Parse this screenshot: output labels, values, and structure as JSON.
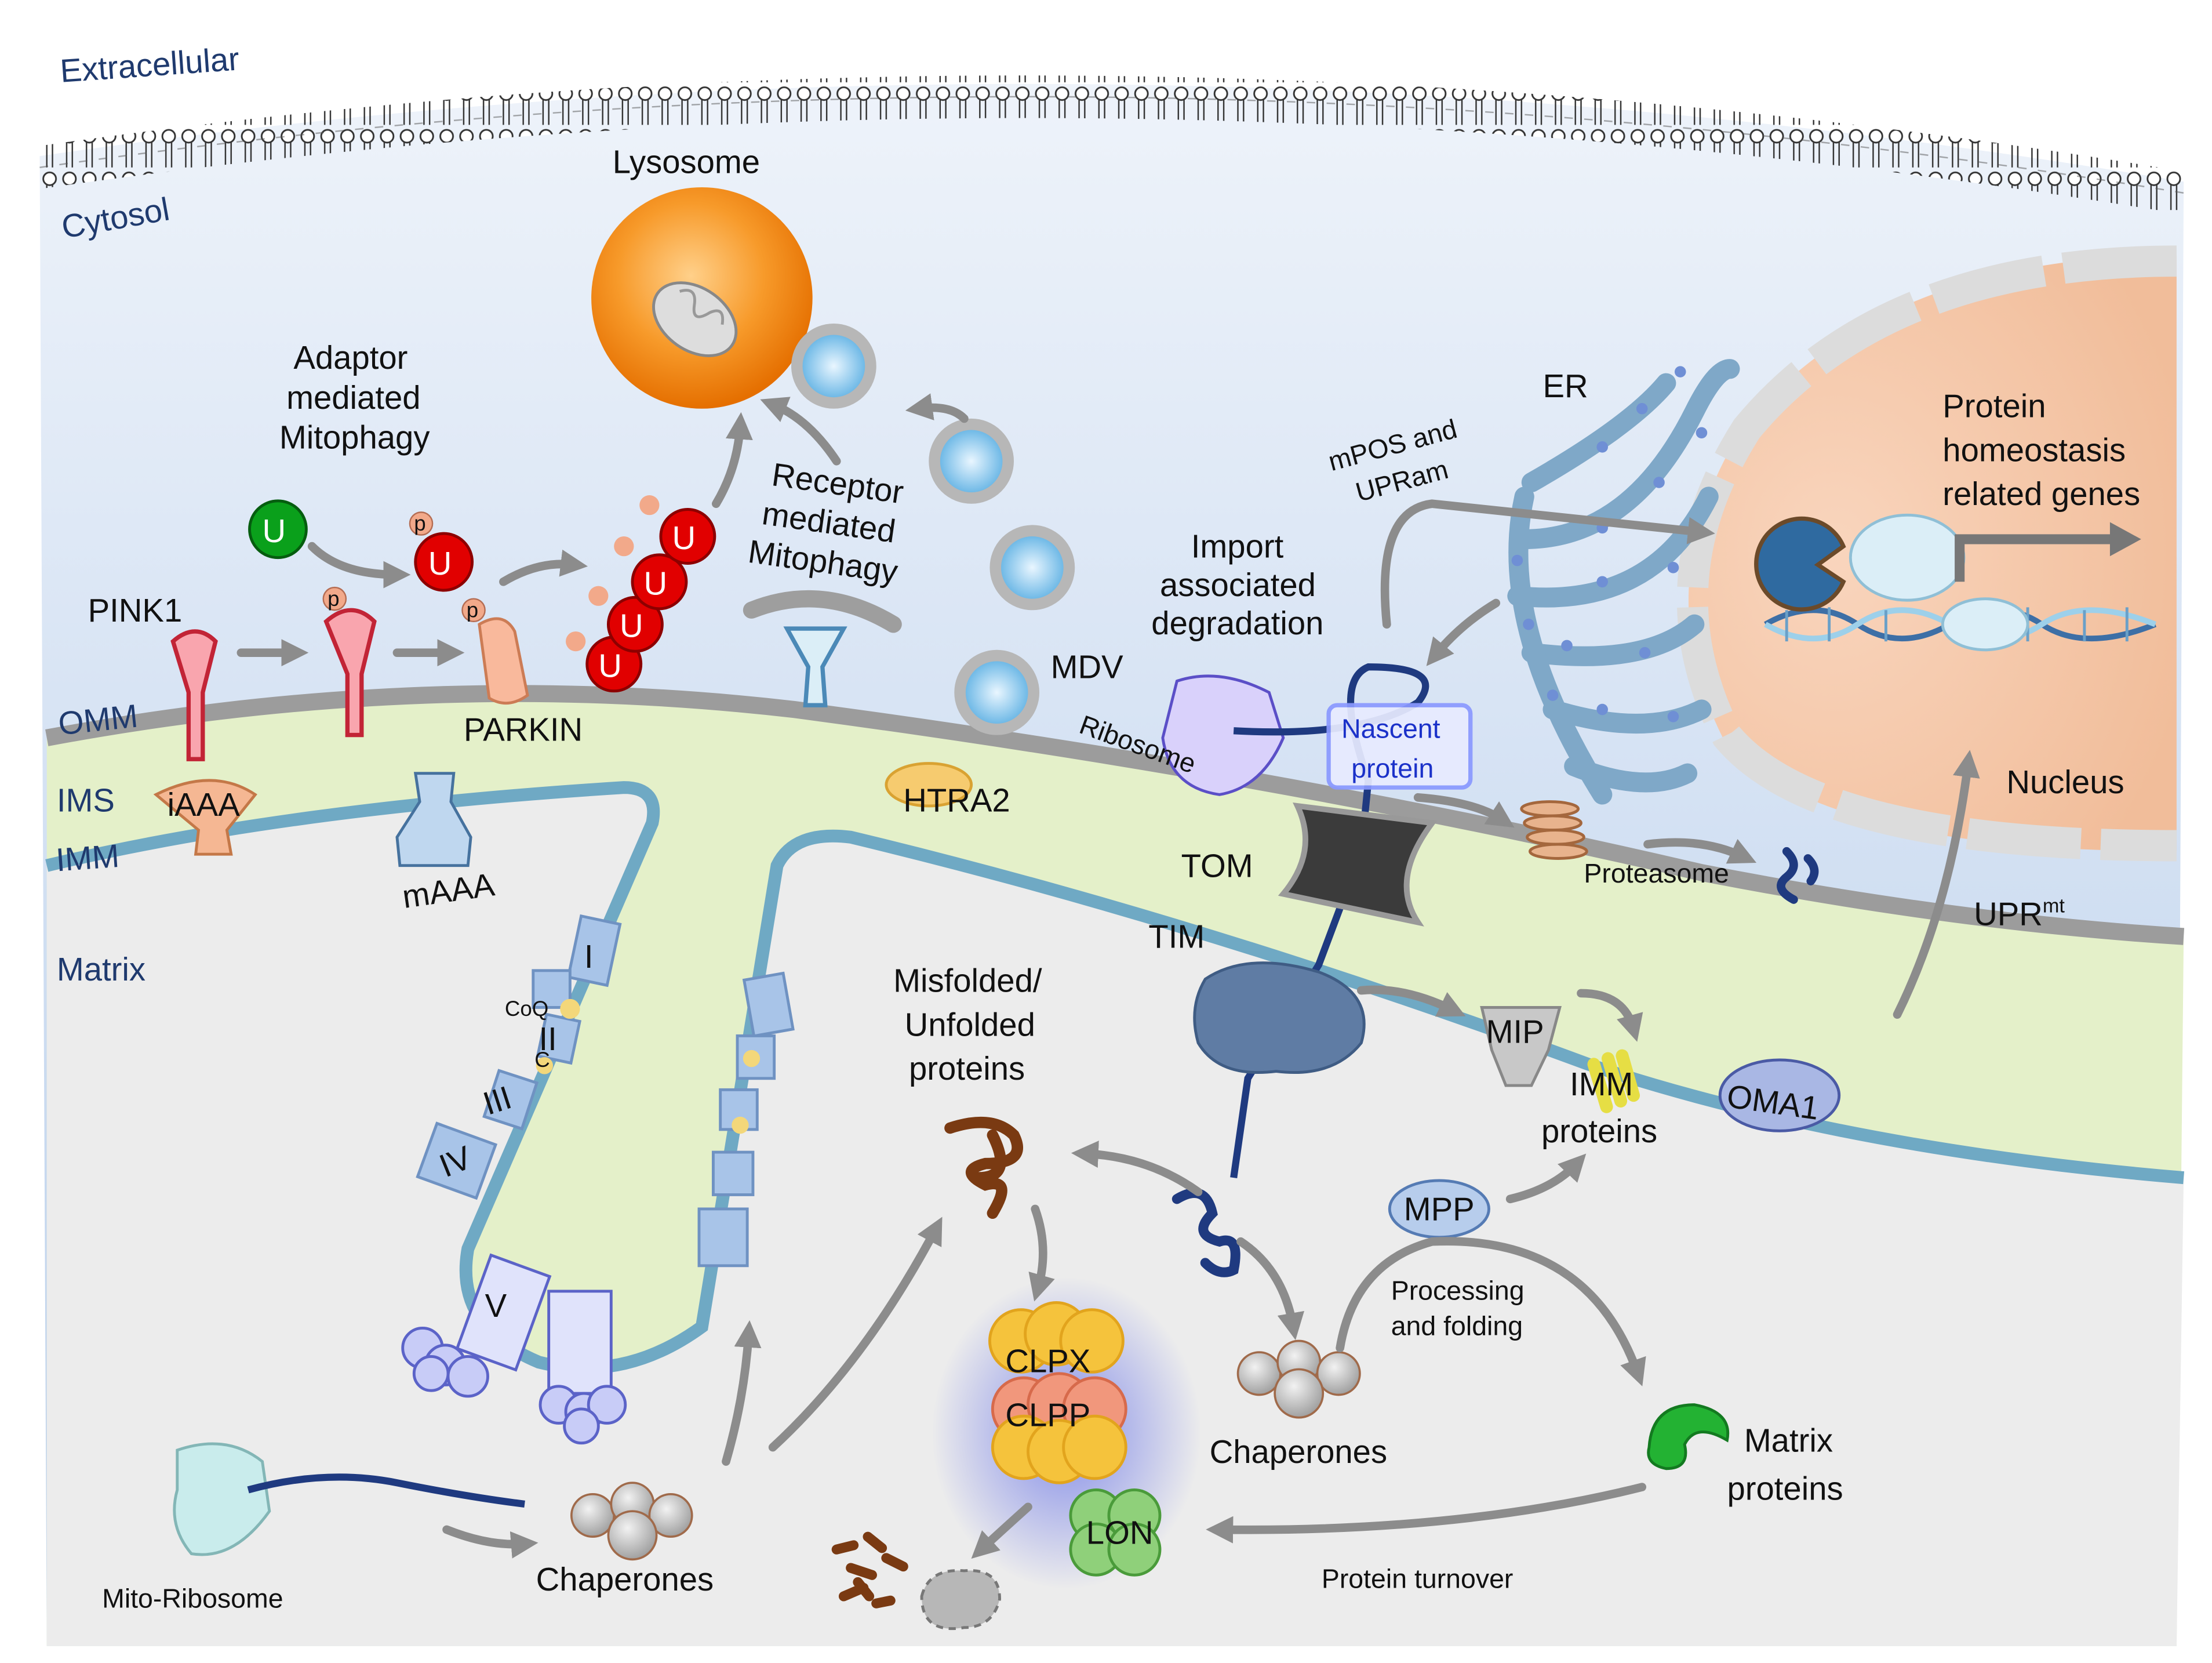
{
  "colors": {
    "cytosol": "#d3dff1",
    "ims": "#e4f0c9",
    "matrix": "#ececec",
    "membrane": "#6fa9c4",
    "omm": "#9c9c9c",
    "lysosome": "#f48a1a",
    "nucleus": "#f5c8aa",
    "ubiquitin": "#e10000",
    "arrow": "#8c8c8c"
  },
  "regions": {
    "extracellular": "Extracellular",
    "cytosol": "Cytosol",
    "omm": "OMM",
    "ims": "IMS",
    "imm": "IMM",
    "matrix": "Matrix"
  },
  "mitophagy": {
    "lysosome": "Lysosome",
    "adaptor": [
      "Adaptor",
      "mediated",
      "Mitophagy"
    ],
    "receptor": [
      "Receptor",
      "mediated",
      "Mitophagy"
    ],
    "mdv": "MDV",
    "pink1": "PINK1",
    "parkin": "PARKIN",
    "ubiquitin": "U",
    "phospho": "p"
  },
  "proteases": {
    "iaaa": "iAAA",
    "maaa": "mAAA",
    "htra2": "HTRA2",
    "mip": "MIP",
    "mpp": "MPP",
    "oma1": "OMA1",
    "clpx": "CLPX",
    "clpp": "CLPP",
    "lon": "LON"
  },
  "etc": {
    "complex_i": "I",
    "complex_ii": "II",
    "complex_iii": "III",
    "complex_iv": "IV",
    "complex_v": "V",
    "coq": "CoQ",
    "cyt_c": "C"
  },
  "import": {
    "tom": "TOM",
    "tim": "TIM",
    "ribosome": "Ribosome",
    "nascent": [
      "Nascent",
      "protein"
    ],
    "import_degradation": [
      "Import",
      "associated",
      "degradation"
    ],
    "mpos": [
      "mPOS and",
      "UPRam"
    ],
    "er": "ER",
    "proteasome": "Proteasome"
  },
  "nucleus": {
    "label": "Nucleus",
    "genes": [
      "Protein",
      "homeostasis",
      "related genes"
    ],
    "uprmt": "UPR",
    "uprmt_sup": "mt"
  },
  "matrix_qc": {
    "misfolded": [
      "Misfolded/",
      "Unfolded",
      "proteins"
    ],
    "chaperones": "Chaperones",
    "processing": [
      "Processing",
      "and folding"
    ],
    "matrix_proteins": [
      "Matrix",
      "proteins"
    ],
    "imm_proteins": [
      "IMM",
      "proteins"
    ],
    "turnover": "Protein turnover",
    "mito_ribosome": "Mito-Ribosome"
  }
}
